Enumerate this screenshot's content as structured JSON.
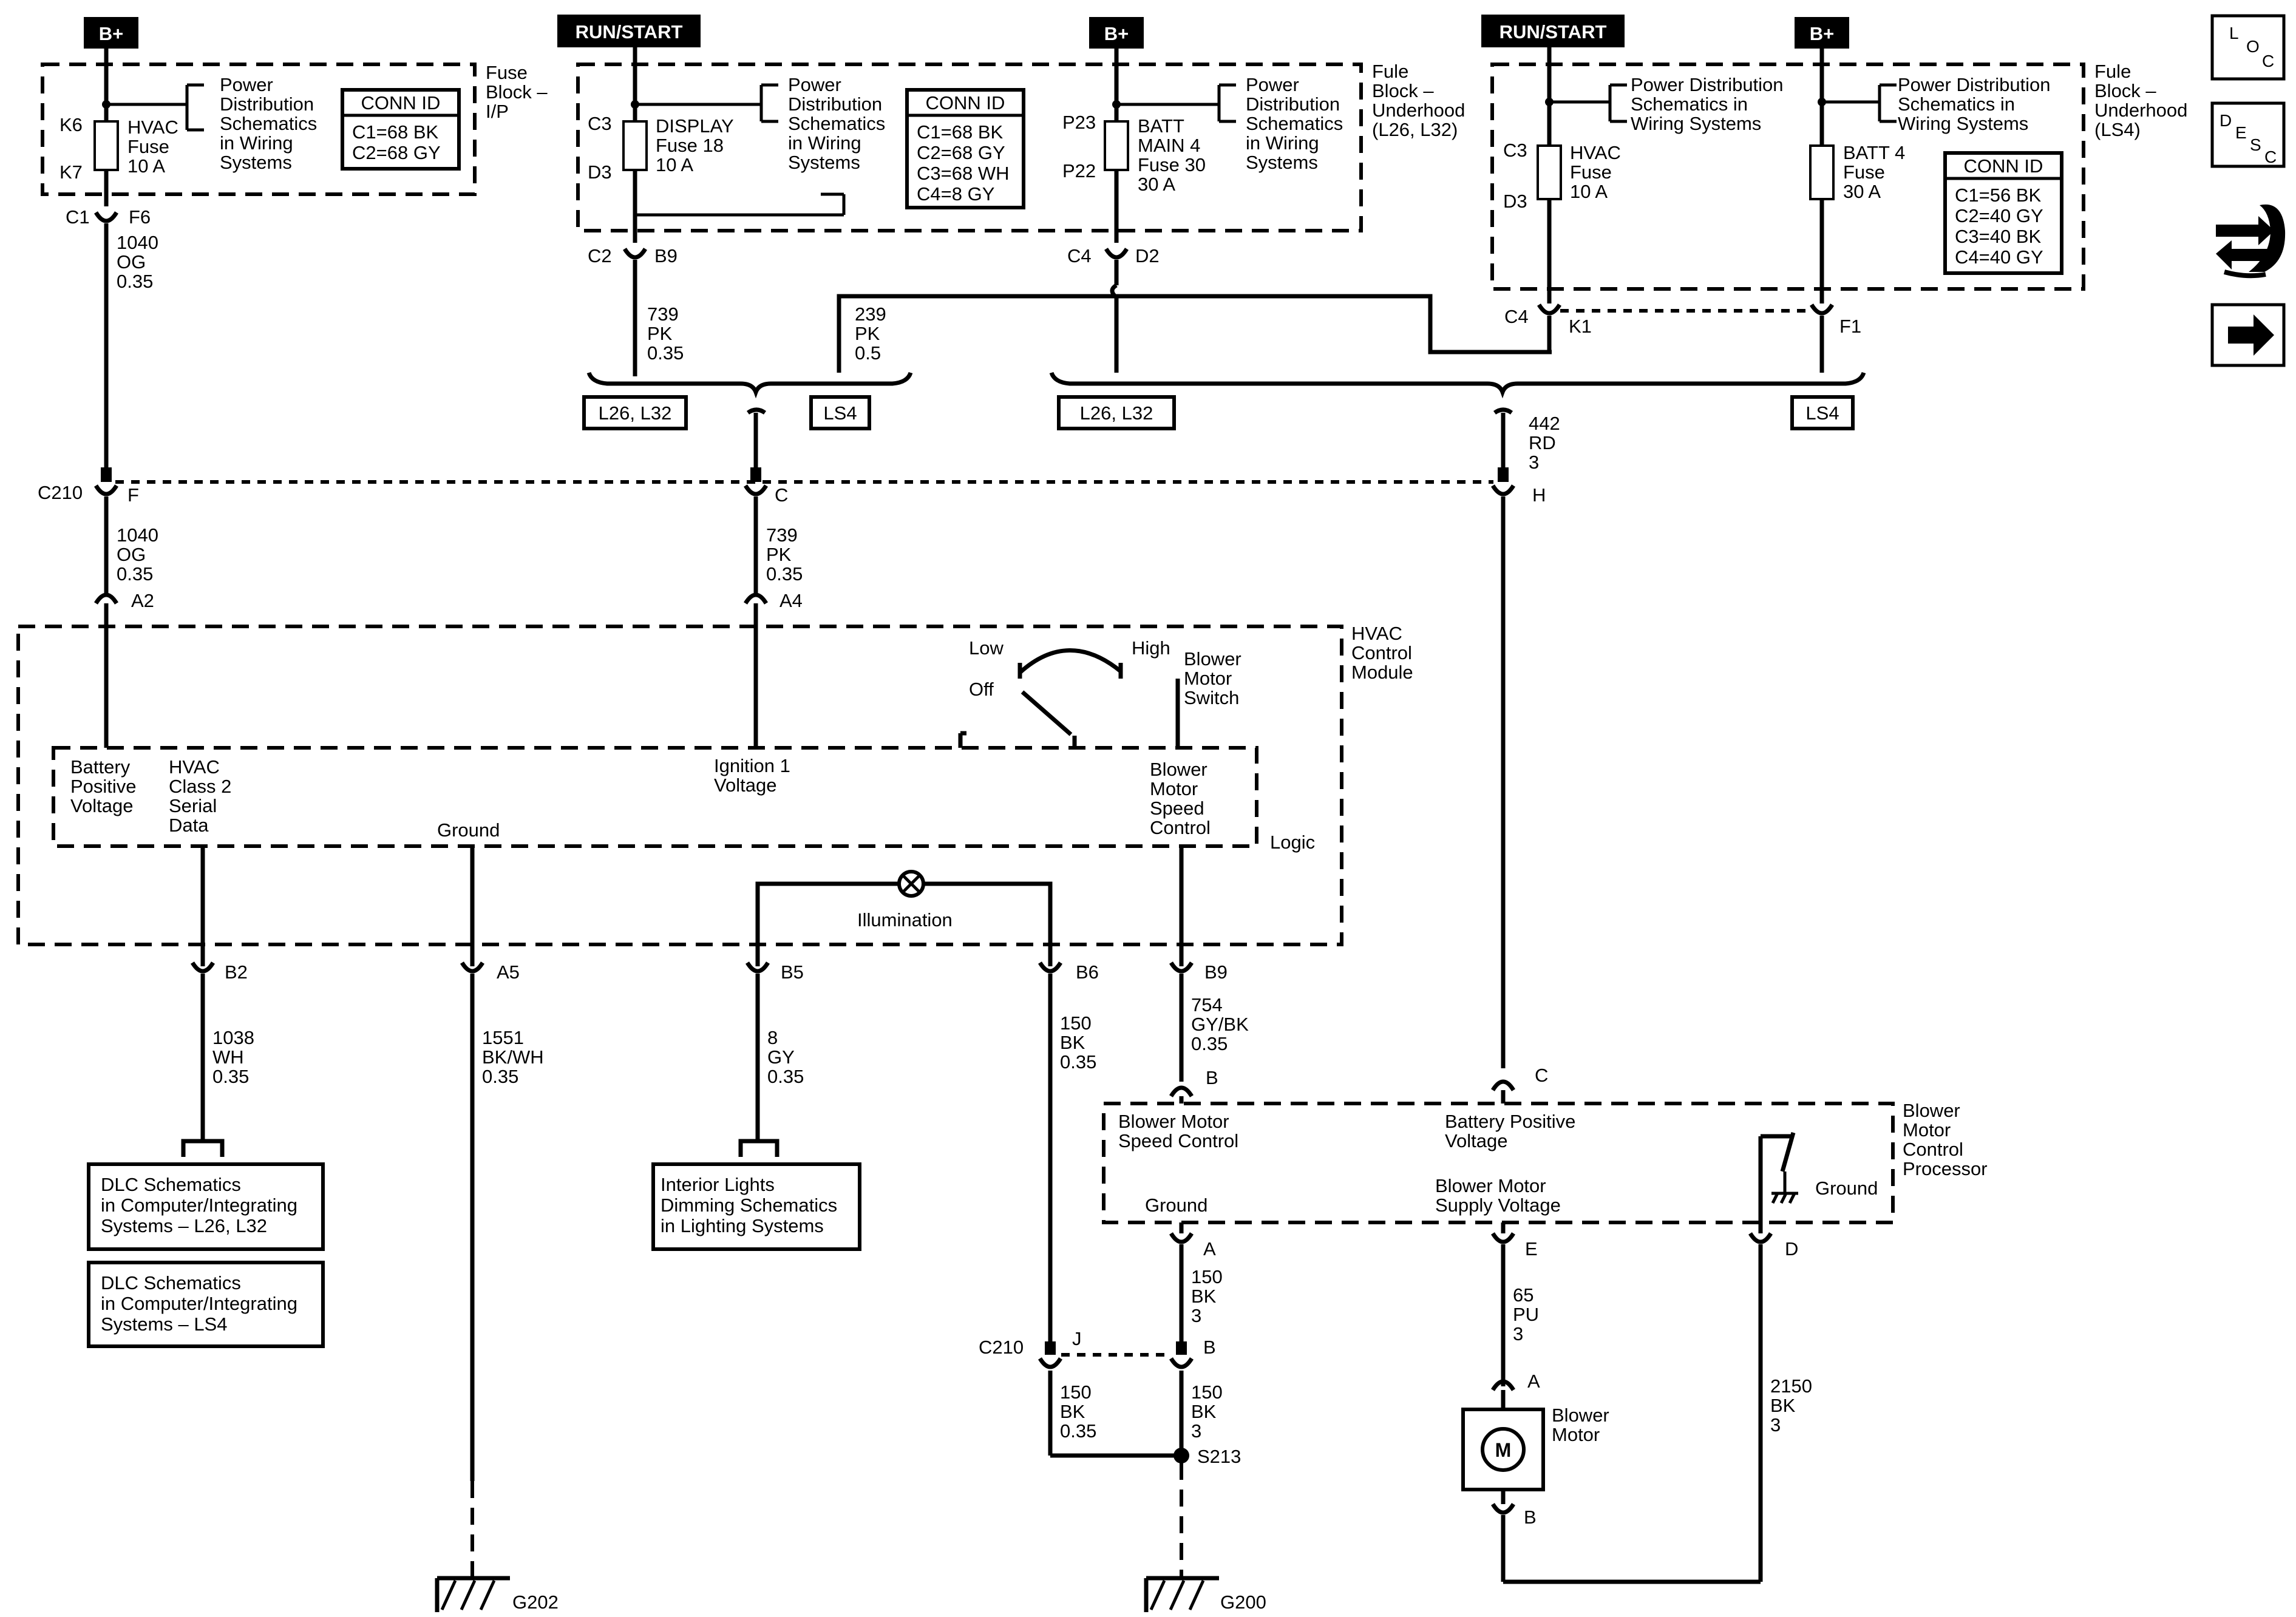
{
  "power": {
    "bplus_label": "B+",
    "run_start_label": "RUN/START"
  },
  "fuse_ip": {
    "block": [
      "Fuse",
      "Block –",
      "I/P"
    ],
    "pin_top": "K6",
    "pin_bottom": "K7",
    "fuse": [
      "HVAC",
      "Fuse",
      "10 A"
    ],
    "pd_ref": [
      "Power",
      "Distribution",
      "Schematics",
      "in Wiring",
      "Systems"
    ],
    "conn_header": "CONN ID",
    "conn": [
      "C1=68 BK",
      "C2=68 GY"
    ]
  },
  "fuse_uh1": {
    "block": [
      "Fule",
      "Block –",
      "Underhood",
      "(L26, L32)"
    ],
    "display_pin_top": "C3",
    "display_pin_bottom": "D3",
    "display_fuse": [
      "DISPLAY",
      "Fuse 18",
      "10 A"
    ],
    "pd_ref_a": [
      "Power",
      "Distribution",
      "Schematics",
      "in Wiring",
      "Systems"
    ],
    "conn_header": "CONN ID",
    "conn": [
      "C1=68 BK",
      "C2=68 GY",
      "C3=68 WH",
      "C4=8 GY"
    ],
    "batt_pin_top": "P23",
    "batt_pin_bottom": "P22",
    "batt_fuse": [
      "BATT",
      "MAIN 4",
      "Fuse 30",
      "30 A"
    ],
    "pd_ref_b": [
      "Power",
      "Distribution",
      "Schematics",
      "in Wiring",
      "Systems"
    ]
  },
  "fuse_uh2": {
    "block": [
      "Fule",
      "Block –",
      "Underhood",
      "(LS4)"
    ],
    "hvac_pin_top": "C3",
    "hvac_pin_bottom": "D3",
    "hvac_fuse": [
      "HVAC",
      "Fuse",
      "10 A"
    ],
    "pd_ref_a": [
      "Power Distribution",
      "Schematics in",
      "Wiring Systems"
    ],
    "batt_fuse": [
      "BATT 4",
      "Fuse",
      "30 A"
    ],
    "pd_ref_b": [
      "Power Distribution",
      "Schematics in",
      "Wiring Systems"
    ],
    "conn_header": "CONN ID",
    "conn": [
      "C1=56 BK",
      "C2=40 GY",
      "C3=40 BK",
      "C4=40 GY"
    ]
  },
  "connectors": {
    "c1": "C1",
    "f6": "F6",
    "c2": "C2",
    "b9_top": "B9",
    "c4_top": "C4",
    "d2": "D2",
    "c4_ls4": "C4",
    "k1": "K1",
    "f1": "F1",
    "c210": "C210",
    "c210_f": "F",
    "c210_c": "C",
    "c210_h": "H",
    "a2": "A2",
    "a4": "A4",
    "b2": "B2",
    "a5": "A5",
    "b5": "B5",
    "b6": "B6",
    "b9": "B9",
    "bm_b": "B",
    "bm_c": "C",
    "bm_a": "A",
    "bm_e": "E",
    "bm_d": "D",
    "c210_low": "C210",
    "c210_j": "J",
    "c210_b": "B",
    "motor_a": "A",
    "motor_b": "B",
    "s213": "S213",
    "g202": "G202",
    "g200": "G200"
  },
  "wires": {
    "w1040a": [
      "1040",
      "OG",
      "0.35"
    ],
    "w739a": [
      "739",
      "PK",
      "0.35"
    ],
    "w239": [
      "239",
      "PK",
      "0.5"
    ],
    "w442": [
      "442",
      "RD",
      "3"
    ],
    "w1040b": [
      "1040",
      "OG",
      "0.35"
    ],
    "w739b": [
      "739",
      "PK",
      "0.35"
    ],
    "w1038": [
      "1038",
      "WH",
      "0.35"
    ],
    "w1551": [
      "1551",
      "BK/WH",
      "0.35"
    ],
    "w8": [
      "8",
      "GY",
      "0.35"
    ],
    "w150a": [
      "150",
      "BK",
      "0.35"
    ],
    "w754": [
      "754",
      "GY/BK",
      "0.35"
    ],
    "w150b": [
      "150",
      "BK",
      "3"
    ],
    "w150c": [
      "150",
      "BK",
      "0.35"
    ],
    "w150d": [
      "150",
      "BK",
      "3"
    ],
    "w65": [
      "65",
      "PU",
      "3"
    ],
    "w2150": [
      "2150",
      "BK",
      "3"
    ]
  },
  "options": {
    "l26_l32": "L26, L32",
    "ls4": "LS4"
  },
  "hvac_module": {
    "title": [
      "HVAC",
      "Control",
      "Module"
    ],
    "logic": "Logic",
    "battery_voltage": [
      "Battery",
      "Positive",
      "Voltage"
    ],
    "class2_data": [
      "HVAC",
      "Class 2",
      "Serial",
      "Data"
    ],
    "ground": "Ground",
    "ignition": [
      "Ignition 1",
      "Voltage"
    ],
    "speed_control": [
      "Blower",
      "Motor",
      "Speed",
      "Control"
    ],
    "switch_low": "Low",
    "switch_high": "High",
    "switch_off": "Off",
    "switch_name": [
      "Blower",
      "Motor",
      "Switch"
    ],
    "illumination": "Illumination"
  },
  "blower_processor": {
    "title": [
      "Blower",
      "Motor",
      "Control",
      "Processor"
    ],
    "speed_control": [
      "Blower Motor",
      "Speed Control"
    ],
    "battery_voltage": [
      "Battery Positive",
      "Voltage"
    ],
    "ground_left": "Ground",
    "supply_voltage": [
      "Blower Motor",
      "Supply Voltage"
    ],
    "ground_right": "Ground"
  },
  "blower_motor": {
    "symbol": "M",
    "label": [
      "Blower",
      "Motor"
    ]
  },
  "refs": {
    "dlc_a": [
      "DLC Schematics",
      "in Computer/Integrating",
      "Systems – L26, L32"
    ],
    "dlc_b": [
      "DLC Schematics",
      "in Computer/Integrating",
      "Systems – LS4"
    ],
    "interior": [
      "Interior Lights",
      "Dimming Schematics",
      "in Lighting Systems"
    ]
  },
  "nav_icons": [
    {
      "name": "location-icon",
      "letters": [
        "L",
        "O",
        "C"
      ]
    },
    {
      "name": "description-icon",
      "letters": [
        "D",
        "E",
        "S",
        "C"
      ]
    },
    {
      "name": "connector-repair-icon"
    },
    {
      "name": "next-page-arrow-icon"
    }
  ]
}
